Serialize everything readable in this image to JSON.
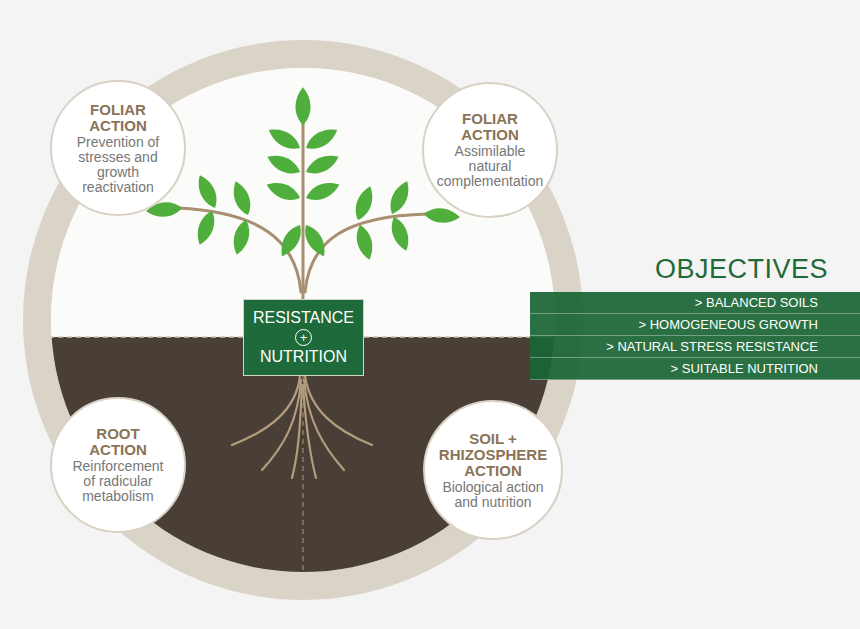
{
  "diagram": {
    "nodes": [
      {
        "text": [
          "FOLIAR ACTION",
          "Prevention of stresses and growth reactivation"
        ]
      },
      {
        "text": [
          "FOLIAR ACTION",
          "Assimilable natural complementation"
        ]
      },
      {
        "text": [
          "RESISTANCE",
          "+",
          "NUTRITION"
        ]
      },
      {
        "text": [
          "ROOT ACTION",
          "Reinforcement of radicular metabolism"
        ]
      },
      {
        "text": [
          "SOIL + RHIZOSPHERE ACTION",
          "Biological action and nutrition"
        ]
      },
      {
        "text": [
          "> BALANCED SOILS"
        ]
      },
      {
        "text": [
          "> HOMOGENEOUS GROWTH"
        ]
      },
      {
        "text": [
          "> NATURAL STRESS RESISTANCE"
        ]
      },
      {
        "text": [
          "> SUITABLE NUTRITION"
        ]
      }
    ],
    "labels": [
      "OBJECTIVES"
    ]
  }
}
